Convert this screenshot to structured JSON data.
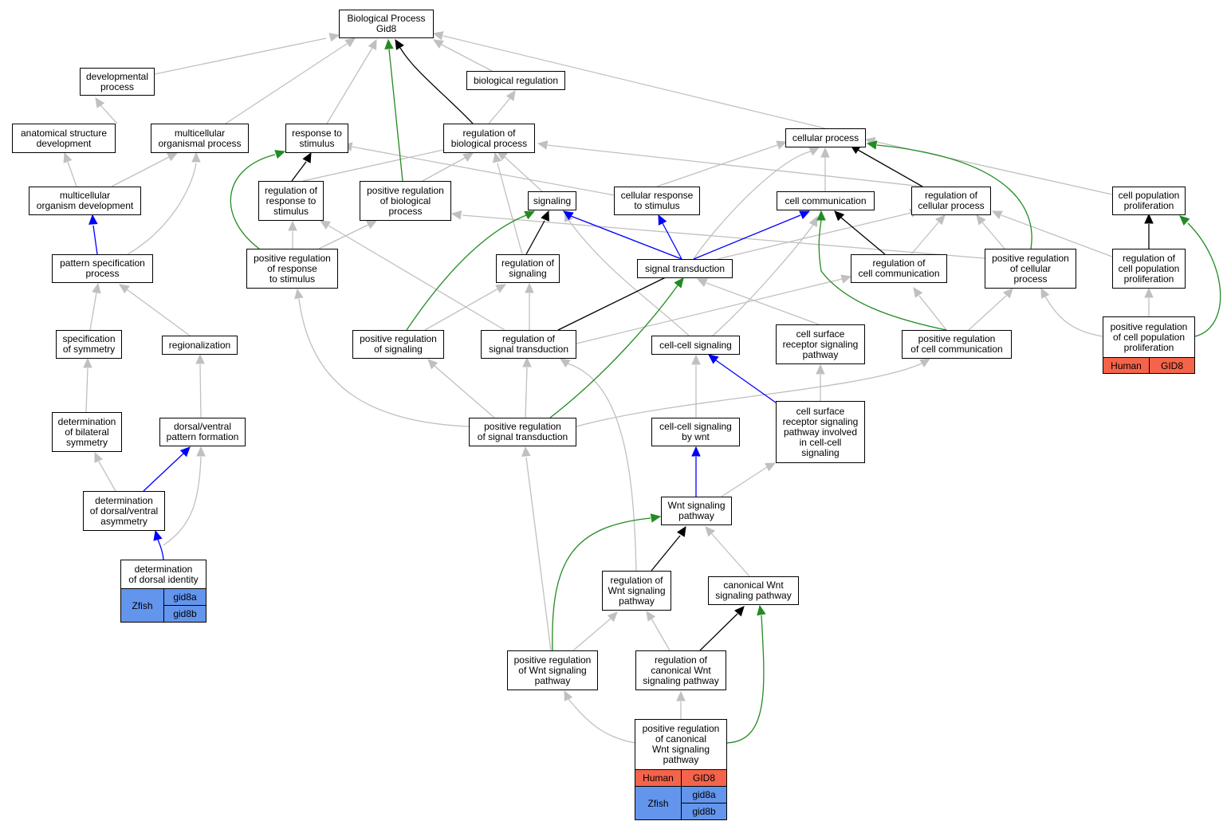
{
  "colors": {
    "gray": "#c0c0c0",
    "black": "#000000",
    "blue": "#0000ff",
    "green": "#228b22",
    "human": "#f4644a",
    "zfish": "#6495ed"
  },
  "nodes": {
    "bp": "Biological Process\nGid8",
    "dev": "developmental\nprocess",
    "bioreg": "biological regulation",
    "anat": "anatomical structure\ndevelopment",
    "multi": "multicellular\norganismal process",
    "resp": "response to\nstimulus",
    "regbio": "regulation of\nbiological process",
    "cellproc": "cellular process",
    "multidev": "multicellular\norganism development",
    "regresp": "regulation of\nresponse to\nstimulus",
    "posregbio": "positive regulation\nof biological\nprocess",
    "signaling": "signaling",
    "cellresp": "cellular response\nto stimulus",
    "cellcomm": "cell communication",
    "regcell": "regulation of\ncellular process",
    "cellpop": "cell population\nproliferation",
    "pattern": "pattern specification\nprocess",
    "posregresp": "positive regulation\nof response\nto stimulus",
    "regsig": "regulation of\nsignaling",
    "sigtrans": "signal transduction",
    "regcellcomm": "regulation of\ncell communication",
    "posregcell": "positive regulation\nof cellular\nprocess",
    "regcellpop": "regulation of\ncell population\nproliferation",
    "specsym": "specification\nof symmetry",
    "regionalization": "regionalization",
    "posregsig": "positive regulation\nof signaling",
    "regsigtrans": "regulation of\nsignal transduction",
    "cellcell": "cell-cell signaling",
    "csrsp": "cell surface\nreceptor signaling\npathway",
    "posregcellcomm": "positive regulation\nof cell communication",
    "posregcellpop": "positive regulation\nof cell population\nproliferation",
    "detbilat": "determination\nof bilateral\nsymmetry",
    "dvpattern": "dorsal/ventral\npattern formation",
    "posregsigtrans": "positive regulation\nof signal transduction",
    "ccwnt": "cell-cell signaling\nby wnt",
    "csrspcc": "cell surface\nreceptor signaling\npathway involved\nin cell-cell\nsignaling",
    "detdv": "determination\nof dorsal/ventral\nasymmetry",
    "wnt": "Wnt signaling\npathway",
    "detdorsal": "determination\nof dorsal identity",
    "regwnt": "regulation of\nWnt signaling\npathway",
    "canwnt": "canonical Wnt\nsignaling pathway",
    "posregwnt": "positive regulation\nof Wnt signaling\npathway",
    "regcanwnt": "regulation of\ncanonical Wnt\nsignaling pathway",
    "posregcanwnt": "positive regulation\nof canonical\nWnt signaling\npathway"
  },
  "annotations": {
    "cellpop_human": {
      "species": "Human",
      "gene": "GID8"
    },
    "dorsal_zfish": {
      "species": "Zfish",
      "genes": [
        "gid8a",
        "gid8b"
      ]
    },
    "canwnt_human": {
      "species": "Human",
      "gene": "GID8"
    },
    "canwnt_zfish": {
      "species": "Zfish",
      "genes": [
        "gid8a",
        "gid8b"
      ]
    }
  }
}
